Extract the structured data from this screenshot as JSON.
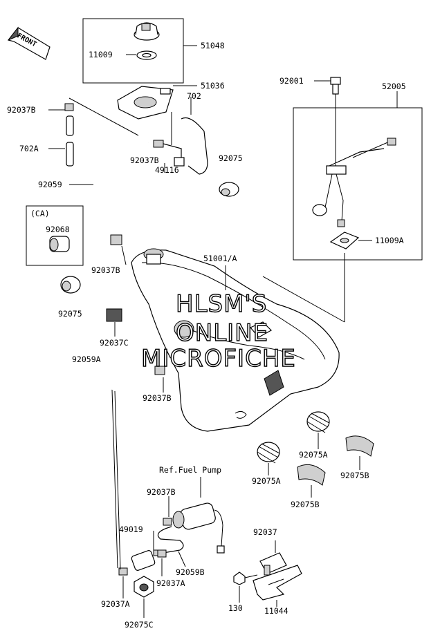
{
  "front_marker": "FRONT",
  "reference_text": "Ref.Fuel Pump",
  "ca_group_label": "(CA)",
  "watermark": [
    "HLSM'S",
    "ONLINE",
    "MICROFICHE"
  ],
  "part_labels": {
    "p51048": "51048",
    "p11009": "11009",
    "p51036": "51036",
    "p702": "702",
    "p92037B_top": "92037B",
    "p702A": "702A",
    "p92075_right": "92075",
    "p92037B_mid": "92037B",
    "p49116": "49116",
    "p92059": "92059",
    "p92068": "92068",
    "p92037B_left": "92037B",
    "p51001A": "51001/A",
    "p92075_left": "92075",
    "p92037C": "92037C",
    "p92059A": "92059A",
    "p92037B_tank": "92037B",
    "p92001": "92001",
    "p52005": "52005",
    "p11009A": "11009A",
    "p92075A_1": "92075A",
    "p92075A_2": "92075A",
    "p92075B_1": "92075B",
    "p92075B_2": "92075B",
    "p92037B_pump": "92037B",
    "p49019": "49019",
    "p92059B": "92059B",
    "p92037A_1": "92037A",
    "p92037A_2": "92037A",
    "p92075C": "92075C",
    "p92037": "92037",
    "p130": "130",
    "p11044": "11044"
  }
}
